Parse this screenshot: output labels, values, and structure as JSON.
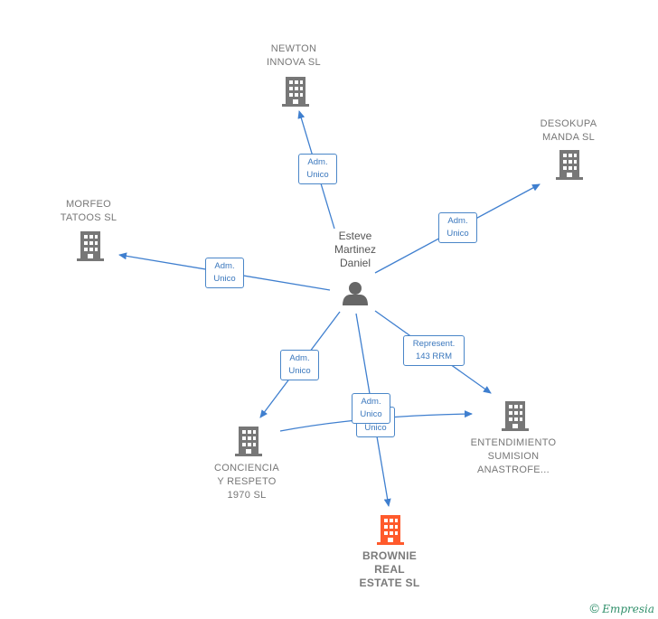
{
  "colors": {
    "edge": "#3f7fcf",
    "building": "#777777",
    "highlight": "#ff5a2c",
    "person": "#666666"
  },
  "person": {
    "name": "Esteve\nMartinez\nDaniel",
    "icon": "person-icon"
  },
  "companies": [
    {
      "id": "newton",
      "label": "NEWTON\nINNOVA SL",
      "highlight": false
    },
    {
      "id": "desokupa",
      "label": "DESOKUPA\nMANDA  SL",
      "highlight": false
    },
    {
      "id": "morfeo",
      "label": "MORFEO\nTATOOS  SL",
      "highlight": false
    },
    {
      "id": "conciencia",
      "label": "CONCIENCIA\nY RESPETO\n1970  SL",
      "highlight": false
    },
    {
      "id": "entendimiento",
      "label": "ENTENDIMIENTO\nSUMISION\nANASTROFE...",
      "highlight": false
    },
    {
      "id": "brownie",
      "label": "BROWNIE\nREAL\nESTATE  SL",
      "highlight": true
    }
  ],
  "edges": [
    {
      "id": "to-newton",
      "label": "Adm.\nUnico"
    },
    {
      "id": "to-desokupa",
      "label": "Adm.\nUnico"
    },
    {
      "id": "to-morfeo",
      "label": "Adm.\nUnico"
    },
    {
      "id": "to-conciencia",
      "label": "Adm.\nUnico"
    },
    {
      "id": "to-entendimiento",
      "label": "Represent.\n143 RRM"
    },
    {
      "id": "to-brownie",
      "label": "Adm.\nUnico"
    },
    {
      "id": "conciencia-to-entendimiento",
      "label": "Adm.\nUnico"
    }
  ],
  "footer": {
    "copyright": "©",
    "brand": "Empresia"
  }
}
